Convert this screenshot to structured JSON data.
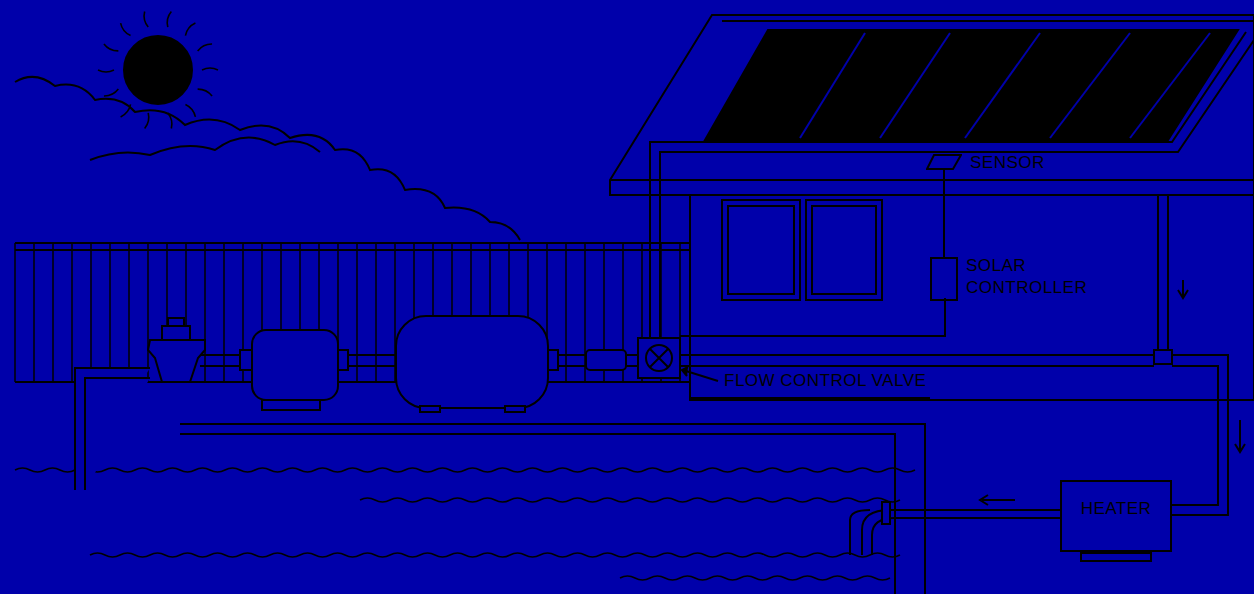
{
  "diagram": {
    "nodes": [
      {
        "text": [
          "SENSOR"
        ]
      },
      {
        "text": [
          "SOLAR CONTROLLER"
        ]
      },
      {
        "text": [
          "HEATER"
        ]
      }
    ],
    "edges": [
      {
        "from": 0,
        "to": 1,
        "arrow": "none"
      }
    ],
    "labels": [
      "FLOW CONTROL VALVE"
    ]
  }
}
